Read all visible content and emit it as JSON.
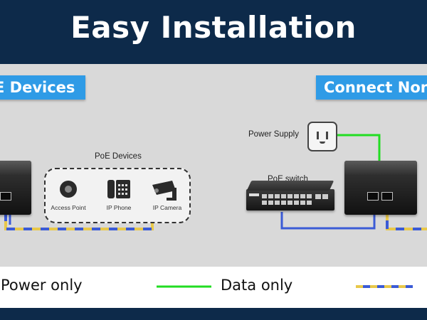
{
  "title": "Easy Installation",
  "tags": {
    "left": "E Devices",
    "right": "Connect Non-"
  },
  "labels": {
    "poe_devices": "PoE Devices",
    "power_supply": "Power Supply",
    "poe_switch": "PoE switch"
  },
  "devices": [
    {
      "label": "Access Point",
      "icon": "access-point-icon"
    },
    {
      "label": "IP Phone",
      "icon": "ip-phone-icon"
    },
    {
      "label": "IP Camera",
      "icon": "ip-camera-icon"
    }
  ],
  "legend": {
    "power_only": "Power only",
    "data_only": "Data only"
  },
  "colors": {
    "header_bg": "#0d2a4a",
    "tag_bg": "#2f9be6",
    "data_line": "#22dd22",
    "poe_line_blue": "#3b5bd6",
    "poe_line_yellow": "#e8c84a",
    "diagram_bg": "#d9d9d9"
  }
}
